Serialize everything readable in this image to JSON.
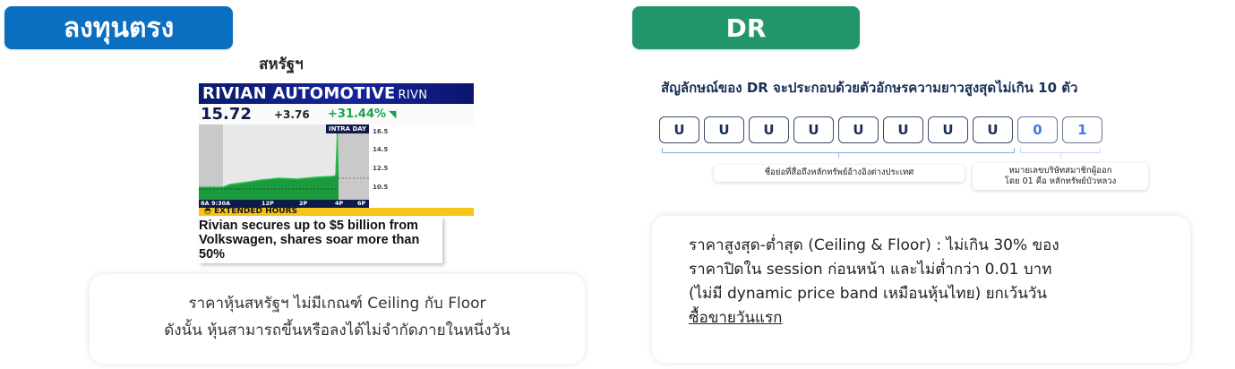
{
  "left": {
    "badge": "ลงทุนตรง",
    "badge_color": "#0b6fc1",
    "subtitle": "สหรัฐฯ",
    "rivian_card": {
      "name": "RIVIAN AUTOMOTIVE",
      "ticker": "RIVN",
      "price": "15.72",
      "change": "+3.76",
      "change_pct": "+31.44%",
      "chart_tag": "INTRA DAY",
      "x_ticks": [
        "8A",
        "9:30A",
        "12P",
        "2P",
        "4P",
        "6P"
      ],
      "y_ticks": [
        "16.5",
        "14.5",
        "12.5",
        "10.5"
      ],
      "banner": "EXTENDED HOURS",
      "headline_line1": "Rivian secures up to $5 billion from",
      "headline_line2": "Volkswagen, shares soar more than 50%"
    },
    "note_line1": "ราคาหุ้นสหรัฐฯ ไม่มีเกณฑ์ Ceiling กับ Floor",
    "note_line2": "ดังนั้น หุ้นสามารถขึ้นหรือลงได้ไม่จำกัดภายในหนึ่งวัน"
  },
  "right": {
    "badge": "DR",
    "badge_color": "#22966a",
    "title": "สัญลักษณ์ของ DR จะประกอบด้วยตัวอักษรความยาวสูงสุดไม่เกิน 10 ตัว",
    "symbol_boxes": [
      "U",
      "U",
      "U",
      "U",
      "U",
      "U",
      "U",
      "U",
      "0",
      "1"
    ],
    "label_ticker": "ชื่อย่อที่สื่อถึงหลักทรัพย์อ้างอิงต่างประเทศ",
    "label_issuer_line1": "หมายเลขบริษัทสมาชิกผู้ออก",
    "label_issuer_line2": "โดย 01 คือ หลักทรัพย์บัวหลวง",
    "note_line1": "ราคาสูงสุด-ต่ำสุด (Ceiling & Floor) : ไม่เกิน 30% ของ",
    "note_line2": "ราคาปิดใน session ก่อนหน้า และไม่ต่ำกว่า 0.01 บาท",
    "note_line3": "(ไม่มี dynamic price band เหมือนหุ้นไทย) ยกเว้นวัน",
    "note_line4": "ซื้อขายวันแรก"
  }
}
